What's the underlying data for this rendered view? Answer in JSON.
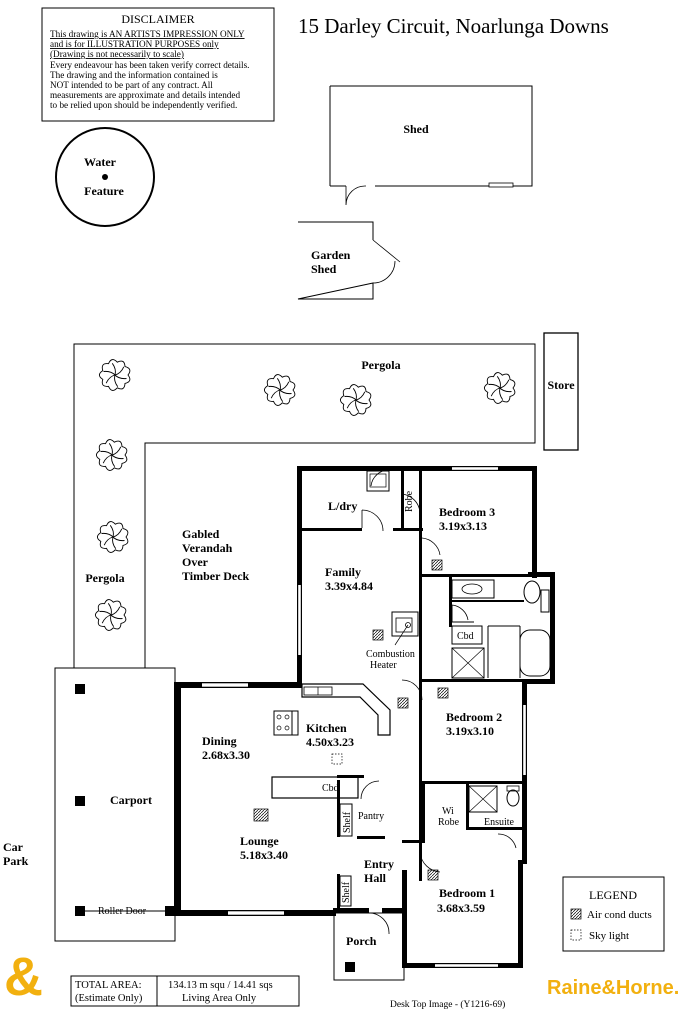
{
  "title": "15 Darley Circuit, Noarlunga Downs",
  "disclaimer": {
    "heading": "DISCLAIMER",
    "lines": [
      "This drawing is AN ARTISTS IMPRESSION ONLY",
      "and is for ILLUSTRATION PURPOSES only",
      "(Drawing is not necessarily to scale)",
      "Every endeavour has been taken verify correct details.",
      "The drawing and the information contained is",
      "NOT intended to be part of any contract.  All",
      "measurements are approximate and details intended",
      "to be relied upon should be independently verified."
    ]
  },
  "outdoor": {
    "water_feature": [
      "Water",
      "Feature"
    ],
    "shed": "Shed",
    "garden_shed": [
      "Garden",
      "Shed"
    ],
    "pergola_top": "Pergola",
    "pergola_left": "Pergola",
    "store": "Store",
    "verandah": [
      "Gabled",
      "Verandah",
      "Over",
      "Timber Deck"
    ],
    "carport": "Carport",
    "car_park": [
      "Car",
      "Park"
    ],
    "roller_door": "Roller Door",
    "porch": "Porch"
  },
  "rooms": {
    "laundry": "L/dry",
    "robe": "Robe",
    "bedroom3": {
      "name": "Bedroom 3",
      "dims": "3.19x3.13"
    },
    "family": {
      "name": "Family",
      "dims": "3.39x4.84"
    },
    "cbd_bath": "Cbd",
    "combustion_heater": [
      "Combustion",
      "Heater"
    ],
    "dining": {
      "name": "Dining",
      "dims": "2.68x3.30"
    },
    "kitchen": {
      "name": "Kitchen",
      "dims": "4.50x3.23"
    },
    "cbd_kitchen": "Cbd",
    "bedroom2": {
      "name": "Bedroom 2",
      "dims": "3.19x3.10"
    },
    "shelf1": "Shelf",
    "pantry": "Pantry",
    "wi_robe": [
      "Wi",
      "Robe"
    ],
    "ensuite": "Ensuite",
    "lounge": {
      "name": "Lounge",
      "dims": "5.18x3.40"
    },
    "entry_hall": [
      "Entry",
      "Hall"
    ],
    "shelf2": "Shelf",
    "bedroom1": {
      "name": "Bedroom 1",
      "dims": "3.68x3.59"
    }
  },
  "legend": {
    "title": "LEGEND",
    "items": [
      "Air cond ducts",
      "Sky light"
    ]
  },
  "area": {
    "label": "TOTAL AREA:",
    "sub": "(Estimate Only)",
    "value": "134.13 m squ /  14.41 sqs",
    "note": "Living Area Only"
  },
  "footer": {
    "image_ref": "Desk Top Image - (Y1216-69)",
    "logo_mark": "&",
    "brand": "Raine&Horne.",
    "brand_color": "#f2b00f"
  }
}
